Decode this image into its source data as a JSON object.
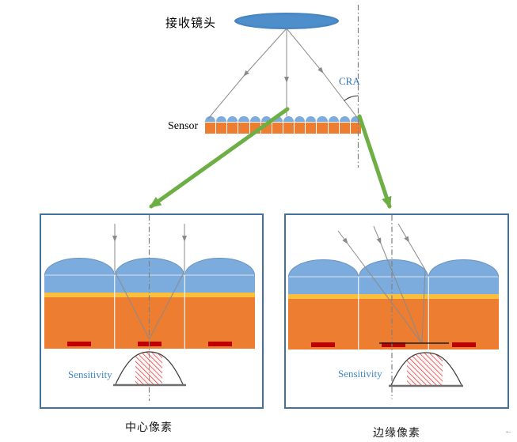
{
  "colors": {
    "lens-blue": "#4D8ECB",
    "dome-blue": "#7BACDD",
    "orange": "#ED7D31",
    "yellow": "#FAC03C",
    "dark-red": "#C00000",
    "green": "#6DAE45",
    "box-border": "#41719C",
    "line-gray": "#8A8A8A",
    "blue-text": "#3E87C9",
    "hatch-red": "#E02B2B"
  },
  "top_section": {
    "lens_label": "接收镜头",
    "sensor_label": "Sensor",
    "cra_label": "CRA",
    "sensor_cell_count": 14
  },
  "detail_boxes": [
    {
      "caption": "中心像素",
      "sensitivity_label": "Sensitivity",
      "cell_count": 3
    },
    {
      "caption": "边缘像素",
      "sensitivity_label": "Sensitivity",
      "cell_count": 3
    }
  ],
  "artifacts": {
    "corner_glyph": "←"
  }
}
